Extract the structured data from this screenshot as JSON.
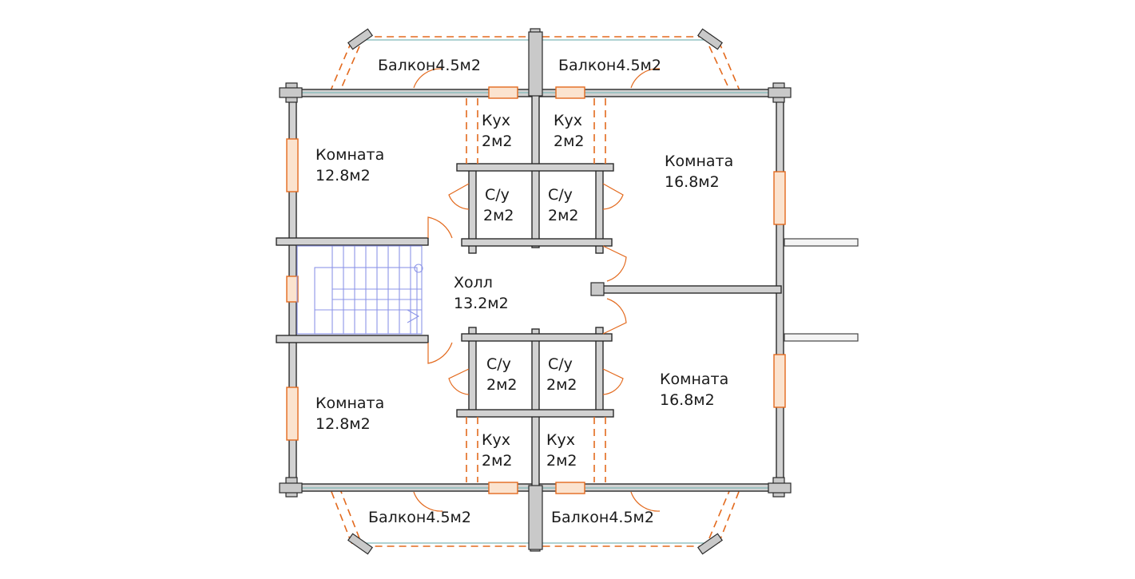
{
  "rooms": [
    {
      "id": "room-nw",
      "name": "Комната",
      "area": "12.8м2"
    },
    {
      "id": "room-ne",
      "name": "Комната",
      "area": "16.8м2"
    },
    {
      "id": "room-sw",
      "name": "Комната",
      "area": "12.8м2"
    },
    {
      "id": "room-se",
      "name": "Комната",
      "area": "16.8м2"
    },
    {
      "id": "hall",
      "name": "Холл",
      "area": "13.2м2"
    },
    {
      "id": "kitchen-nw",
      "name": "Кух",
      "area": "2м2"
    },
    {
      "id": "kitchen-ne",
      "name": "Кух",
      "area": "2м2"
    },
    {
      "id": "kitchen-sw",
      "name": "Кух",
      "area": "2м2"
    },
    {
      "id": "kitchen-se",
      "name": "Кух",
      "area": "2м2"
    },
    {
      "id": "bath-nw",
      "name": "С/у",
      "area": "2м2"
    },
    {
      "id": "bath-ne",
      "name": "С/у",
      "area": "2м2"
    },
    {
      "id": "bath-sw",
      "name": "С/у",
      "area": "2м2"
    },
    {
      "id": "bath-se",
      "name": "С/у",
      "area": "2м2"
    }
  ],
  "balconies": [
    {
      "id": "balcony-nw",
      "label": "Балкон4.5м2"
    },
    {
      "id": "balcony-ne",
      "label": "Балкон4.5м2"
    },
    {
      "id": "balcony-sw",
      "label": "Балкон4.5м2"
    },
    {
      "id": "balcony-se",
      "label": "Балкон4.5м2"
    }
  ],
  "colors": {
    "wall": "#d2d2d2",
    "outline": "#2a2a2a",
    "window_door": "#e36a1e",
    "stair": "#8c95e8",
    "balcony_rail": "#7fb8b8"
  }
}
